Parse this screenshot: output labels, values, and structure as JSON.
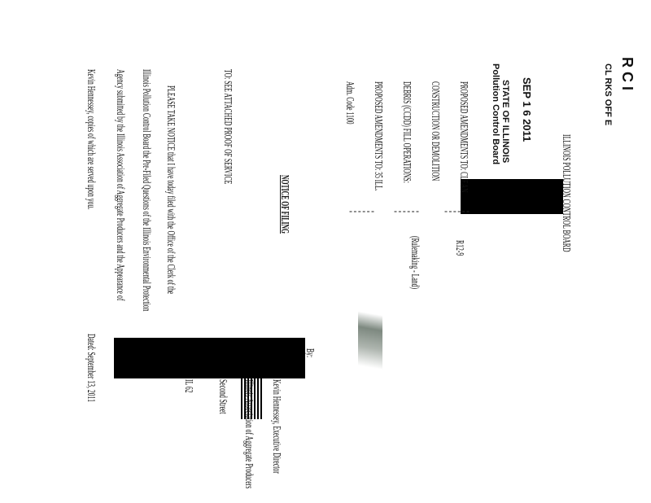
{
  "stamp": {
    "received": "R C I",
    "clerks_office": "CL RKS OFF E",
    "date": "SEP 1 6 2011",
    "state": "STATE OF ILLINOIS",
    "board": "Pollution Control Board"
  },
  "header": {
    "board_title": "ILLINOIS POLLUTION CONTROL BOARD"
  },
  "caption": {
    "lines": [
      "PROPOSED AMENDMENTS TO: CLEAN",
      "CONSTRUCTION OR DEMOLITION",
      "DEBRIS (CCDD) FILL OPERATIONS:",
      "PROPOSED AMENDMENTS TO: 35 ILL.",
      "Adm. Code 1100"
    ],
    "docket": "R12-9",
    "type": "(Rulemaking - Land)"
  },
  "notice": {
    "title": "NOTICE OF FILING",
    "to": "TO:   SEE ATTACHED PROOF OF SERVICE",
    "body": [
      "PLEASE TAKE NOTICE that I have today filed with the Office of the Clerk of the",
      "Illinois Pollution Control Board the Pre-Filed Questions of the Illinois Environmental Protection",
      "Agency submitted by the Illinois Association of Aggregate Producers and the Appearance of",
      "Kevin Hennessey, copies of which are served upon you."
    ]
  },
  "signature": {
    "by": "By:",
    "lines": [
      "Kevin Hennessey, Executive Director",
      "Illinois Association of Aggregate Producers",
      "Second Street",
      "IL 62"
    ],
    "dated": "Dated:  September 13, 2011"
  }
}
